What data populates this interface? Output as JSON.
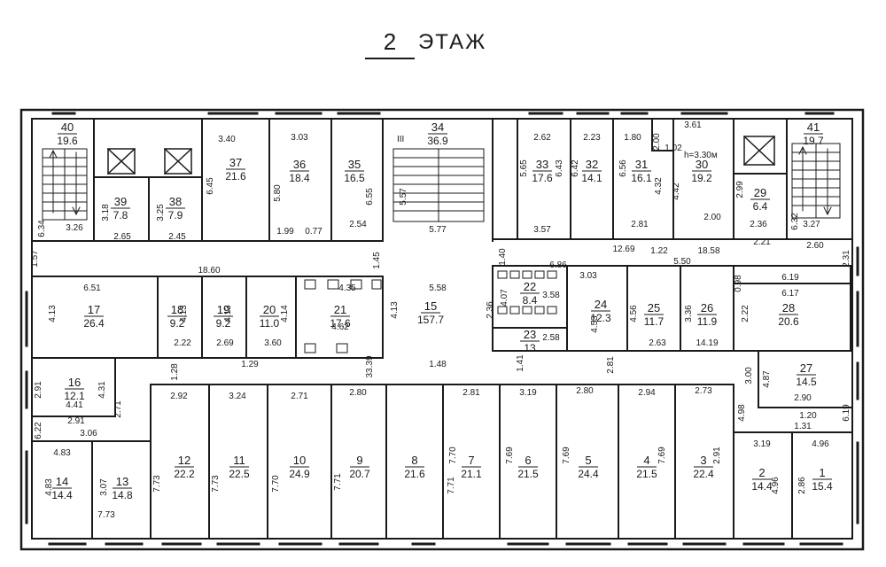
{
  "title": {
    "number": "2",
    "word": "ЭТАЖ"
  },
  "ceiling_height": "h=3.30м",
  "stair_mark": "III",
  "rooms": [
    {
      "id": "r40",
      "num": "40",
      "area": "19.6"
    },
    {
      "id": "r39",
      "num": "39",
      "area": "7.8"
    },
    {
      "id": "r38",
      "num": "38",
      "area": "7.9"
    },
    {
      "id": "r37",
      "num": "37",
      "area": "21.6"
    },
    {
      "id": "r36",
      "num": "36",
      "area": "18.4"
    },
    {
      "id": "r35",
      "num": "35",
      "area": "16.5"
    },
    {
      "id": "r34",
      "num": "34",
      "area": "36.9"
    },
    {
      "id": "r33",
      "num": "33",
      "area": "17.6"
    },
    {
      "id": "r32",
      "num": "32",
      "area": "14.1"
    },
    {
      "id": "r31",
      "num": "31",
      "area": "16.1"
    },
    {
      "id": "r30",
      "num": "30",
      "area": "19.2"
    },
    {
      "id": "r29",
      "num": "29",
      "area": "6.4"
    },
    {
      "id": "r41",
      "num": "41",
      "area": "19.7"
    },
    {
      "id": "r17",
      "num": "17",
      "area": "26.4"
    },
    {
      "id": "r18",
      "num": "18",
      "area": "9.2"
    },
    {
      "id": "r19",
      "num": "19",
      "area": "9.2"
    },
    {
      "id": "r20",
      "num": "20",
      "area": "11.0"
    },
    {
      "id": "r21",
      "num": "21",
      "area": "17.6"
    },
    {
      "id": "r15",
      "num": "15",
      "area": "157.7"
    },
    {
      "id": "r22",
      "num": "22",
      "area": "8.4"
    },
    {
      "id": "r23",
      "num": "23",
      "area": "13"
    },
    {
      "id": "r24",
      "num": "24",
      "area": "12.3"
    },
    {
      "id": "r25",
      "num": "25",
      "area": "11.7"
    },
    {
      "id": "r26",
      "num": "26",
      "area": "11.9"
    },
    {
      "id": "r28",
      "num": "28",
      "area": "20.6"
    },
    {
      "id": "r16",
      "num": "16",
      "area": "12.1"
    },
    {
      "id": "r27",
      "num": "27",
      "area": "14.5"
    },
    {
      "id": "r14",
      "num": "14",
      "area": "14.4"
    },
    {
      "id": "r13",
      "num": "13",
      "area": "14.8"
    },
    {
      "id": "r12",
      "num": "12",
      "area": "22.2"
    },
    {
      "id": "r11",
      "num": "11",
      "area": "22.5"
    },
    {
      "id": "r10",
      "num": "10",
      "area": "24.9"
    },
    {
      "id": "r9",
      "num": "9",
      "area": "20.7"
    },
    {
      "id": "r8",
      "num": "8",
      "area": "21.6"
    },
    {
      "id": "r7",
      "num": "7",
      "area": "21.1"
    },
    {
      "id": "r6",
      "num": "6",
      "area": "21.5"
    },
    {
      "id": "r5",
      "num": "5",
      "area": "24.4"
    },
    {
      "id": "r4",
      "num": "4",
      "area": "21.5"
    },
    {
      "id": "r3",
      "num": "3",
      "area": "22.4"
    },
    {
      "id": "r2",
      "num": "2",
      "area": "14.4"
    },
    {
      "id": "r1",
      "num": "1",
      "area": "15.4"
    }
  ],
  "dimensions": [
    "3.40",
    "3.03",
    "6.45",
    "5.80",
    "6.55",
    "5.57",
    "3.18",
    "3.25",
    "1.99",
    "0.77",
    "2.54",
    "6.34",
    "3.26",
    "2.65",
    "2.45",
    "2.62",
    "2.23",
    "1.80",
    "3.61",
    "2.00",
    "1.02",
    "5.65",
    "6.43",
    "6.42",
    "6.56",
    "4.32",
    "4.42",
    "2.99",
    "2.36",
    "6.32",
    "3.27",
    "3.57",
    "2.81",
    "2.00",
    "2.21",
    "12.69",
    "5.77",
    "1.22",
    "18.58",
    "2.60",
    "1.57",
    "18.60",
    "1.45",
    "1.40",
    "6.86",
    "5.50",
    "2.31",
    "6.51",
    "4.35",
    "5.58",
    "3.03",
    "3.58",
    "0.98",
    "6.19",
    "6.17",
    "4.13",
    "4.13",
    "4.13",
    "4.14",
    "4.62",
    "4.13",
    "2.36",
    "4.07",
    "4.53",
    "4.56",
    "3.36",
    "2.22",
    "2.22",
    "2.69",
    "3.60",
    "2.58",
    "2.63",
    "14.19",
    "1.29",
    "1.28",
    "33.39",
    "1.48",
    "1.41",
    "2.81",
    "2.91",
    "4.31",
    "4.41",
    "2.91",
    "2.71",
    "3.00",
    "4.87",
    "2.90",
    "2.92",
    "3.24",
    "2.71",
    "2.80",
    "2.81",
    "3.19",
    "2.80",
    "2.94",
    "2.73",
    "4.98",
    "1.20",
    "6.19",
    "1.31",
    "6.22",
    "3.06",
    "4.83",
    "4.83",
    "3.07",
    "7.73",
    "7.73",
    "7.73",
    "7.70",
    "7.71",
    "7.70",
    "7.71",
    "7.69",
    "7.69",
    "7.69",
    "2.91",
    "3.19",
    "4.96",
    "4.96",
    "2.86"
  ]
}
